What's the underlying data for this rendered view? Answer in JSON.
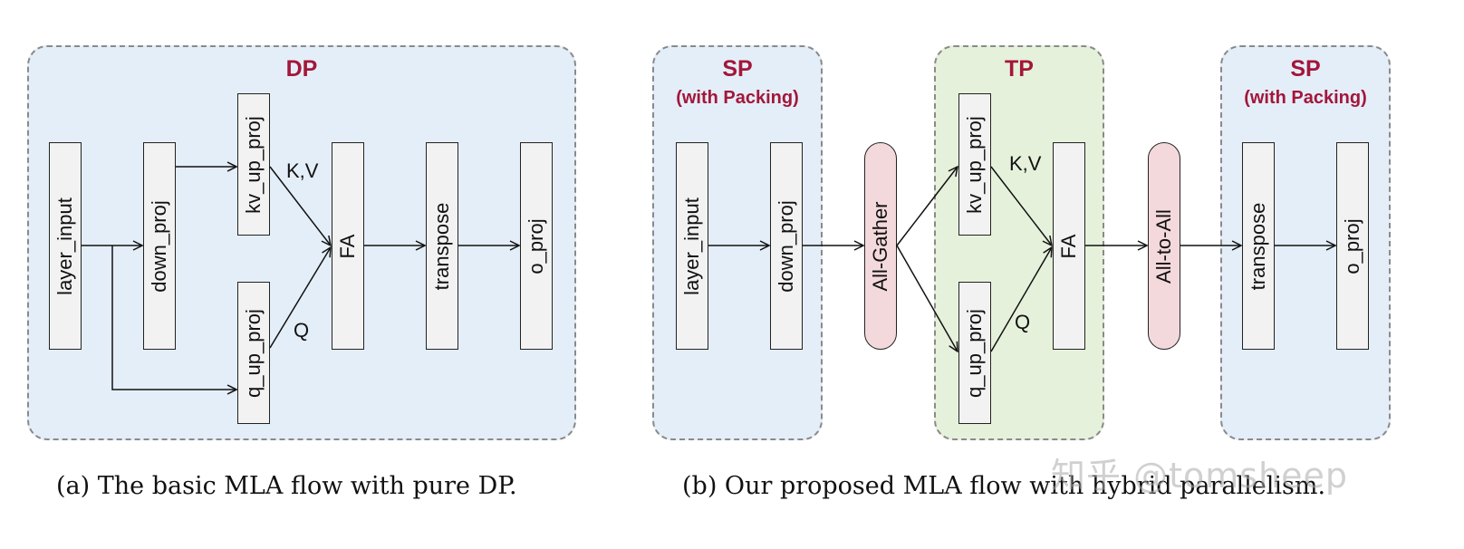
{
  "panel_a": {
    "region": {
      "title": "DP"
    },
    "nodes": {
      "layer_input": "layer_input",
      "down_proj": "down_proj",
      "kv_up_proj": "kv_up_proj",
      "q_up_proj": "q_up_proj",
      "fa": "FA",
      "transpose": "transpose",
      "o_proj": "o_proj"
    },
    "edge_labels": {
      "kv": "K,V",
      "q": "Q"
    },
    "caption": "(a) The basic MLA flow with pure DP."
  },
  "panel_b": {
    "regions": {
      "sp_left": {
        "title": "SP",
        "subtitle": "(with Packing)"
      },
      "tp": {
        "title": "TP"
      },
      "sp_right": {
        "title": "SP",
        "subtitle": "(with Packing)"
      }
    },
    "nodes": {
      "layer_input": "layer_input",
      "down_proj": "down_proj",
      "all_gather": "All-Gather",
      "kv_up_proj": "kv_up_proj",
      "q_up_proj": "q_up_proj",
      "fa": "FA",
      "all_to_all": "All-to-All",
      "transpose": "transpose",
      "o_proj": "o_proj"
    },
    "edge_labels": {
      "kv": "K,V",
      "q": "Q"
    },
    "caption": "(b) Our proposed MLA flow with hybrid parallelism."
  },
  "watermark": "知乎 @tomsheep",
  "colors": {
    "region_blue": "#e4eef8",
    "region_green": "#e6f1dc",
    "region_title": "#a3163a",
    "node_fill": "#f2f2f2",
    "comm_fill": "#f4d9dc"
  }
}
